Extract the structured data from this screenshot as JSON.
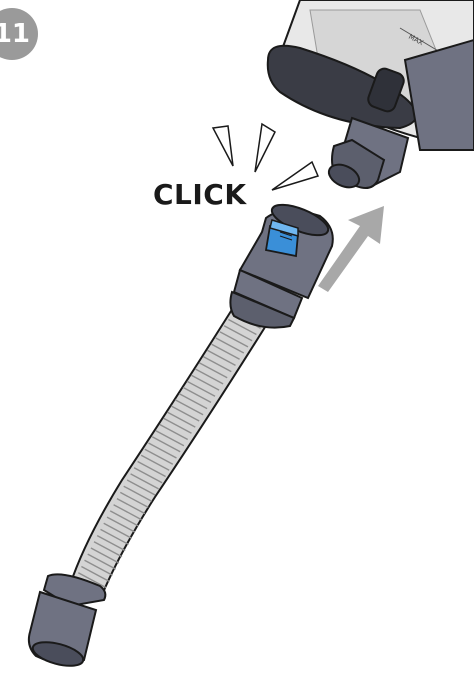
{
  "step": {
    "number": "11"
  },
  "sound_label": "CLICK",
  "colors": {
    "badge": "#9a9a9a",
    "body_gray": "#6f7282",
    "body_dark": "#4a4d5b",
    "hose_light": "#d4d4d4",
    "hose_dark": "#8e8e8e",
    "release_button": "#3a8fd8",
    "arrow": "#a8a8a8",
    "canister_clear": "#e8e8e8",
    "outline": "#1a1a1a"
  },
  "icons": {
    "badge": "step-number-badge",
    "arrow": "insert-direction-arrow",
    "click_marks": "click-sound-lines"
  }
}
